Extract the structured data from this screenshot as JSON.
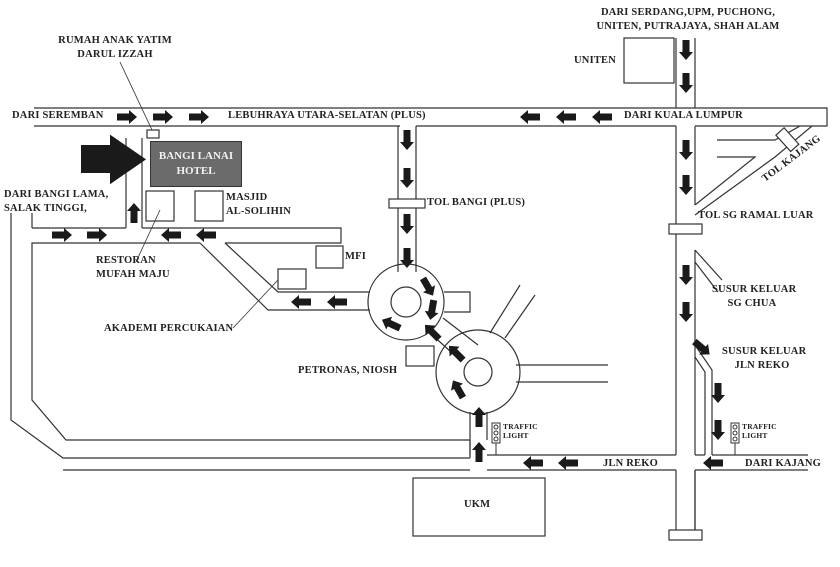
{
  "map": {
    "title": "Bangi Lanai Hotel location map",
    "destination": {
      "name": "BANGI LANAI",
      "name_line2": "HOTEL",
      "fill_color": "#6b6b6b"
    },
    "labels": {
      "rumah_anak_yatim_1": "RUMAH ANAK YATIM",
      "rumah_anak_yatim_2": "DARUL IZZAH",
      "dari_seremban": "DARI SEREMBAN",
      "lebuhraya": "LEBUHRAYA UTARA-SELATAN (PLUS)",
      "dari_kuala_lumpur": "DARI KUALA LUMPUR",
      "dari_serdang_1": "DARI SERDANG,UPM, PUCHONG,",
      "dari_serdang_2": "UNITEN, PUTRAJAYA, SHAH ALAM",
      "uniten": "UNITEN",
      "tol_kajang": "TOL KAJANG",
      "dari_bangi_lama_1": "DARI BANGI LAMA,",
      "dari_bangi_lama_2": "SALAK TINGGI,",
      "masjid_1": "MASJID",
      "masjid_2": "AL-SOLIHIN",
      "restoran_1": "RESTORAN",
      "restoran_2": "MUFAH MAJU",
      "mfi": "MFI",
      "akademi": "AKADEMI PERCUKAIAN",
      "tol_bangi": "TOL BANGI (PLUS)",
      "tol_sg_ramal": "TOL SG RAMAL LUAR",
      "susur_sg_chua_1": "SUSUR KELUAR",
      "susur_sg_chua_2": "SG CHUA",
      "susur_jln_reko_1": "SUSUR KELUAR",
      "susur_jln_reko_2": "JLN REKO",
      "petronas": "PETRONAS, NIOSH",
      "traffic_light_1a": "TRAFFIC",
      "traffic_light_1b": "LIGHT",
      "traffic_light_2a": "TRAFFIC",
      "traffic_light_2b": "LIGHT",
      "jln_reko": "JLN REKO",
      "dari_kajang": "DARI KAJANG",
      "ukm": "UKM"
    },
    "colors": {
      "road_line": "#333333",
      "arrow": "#1a1a1a",
      "background": "#ffffff"
    }
  }
}
